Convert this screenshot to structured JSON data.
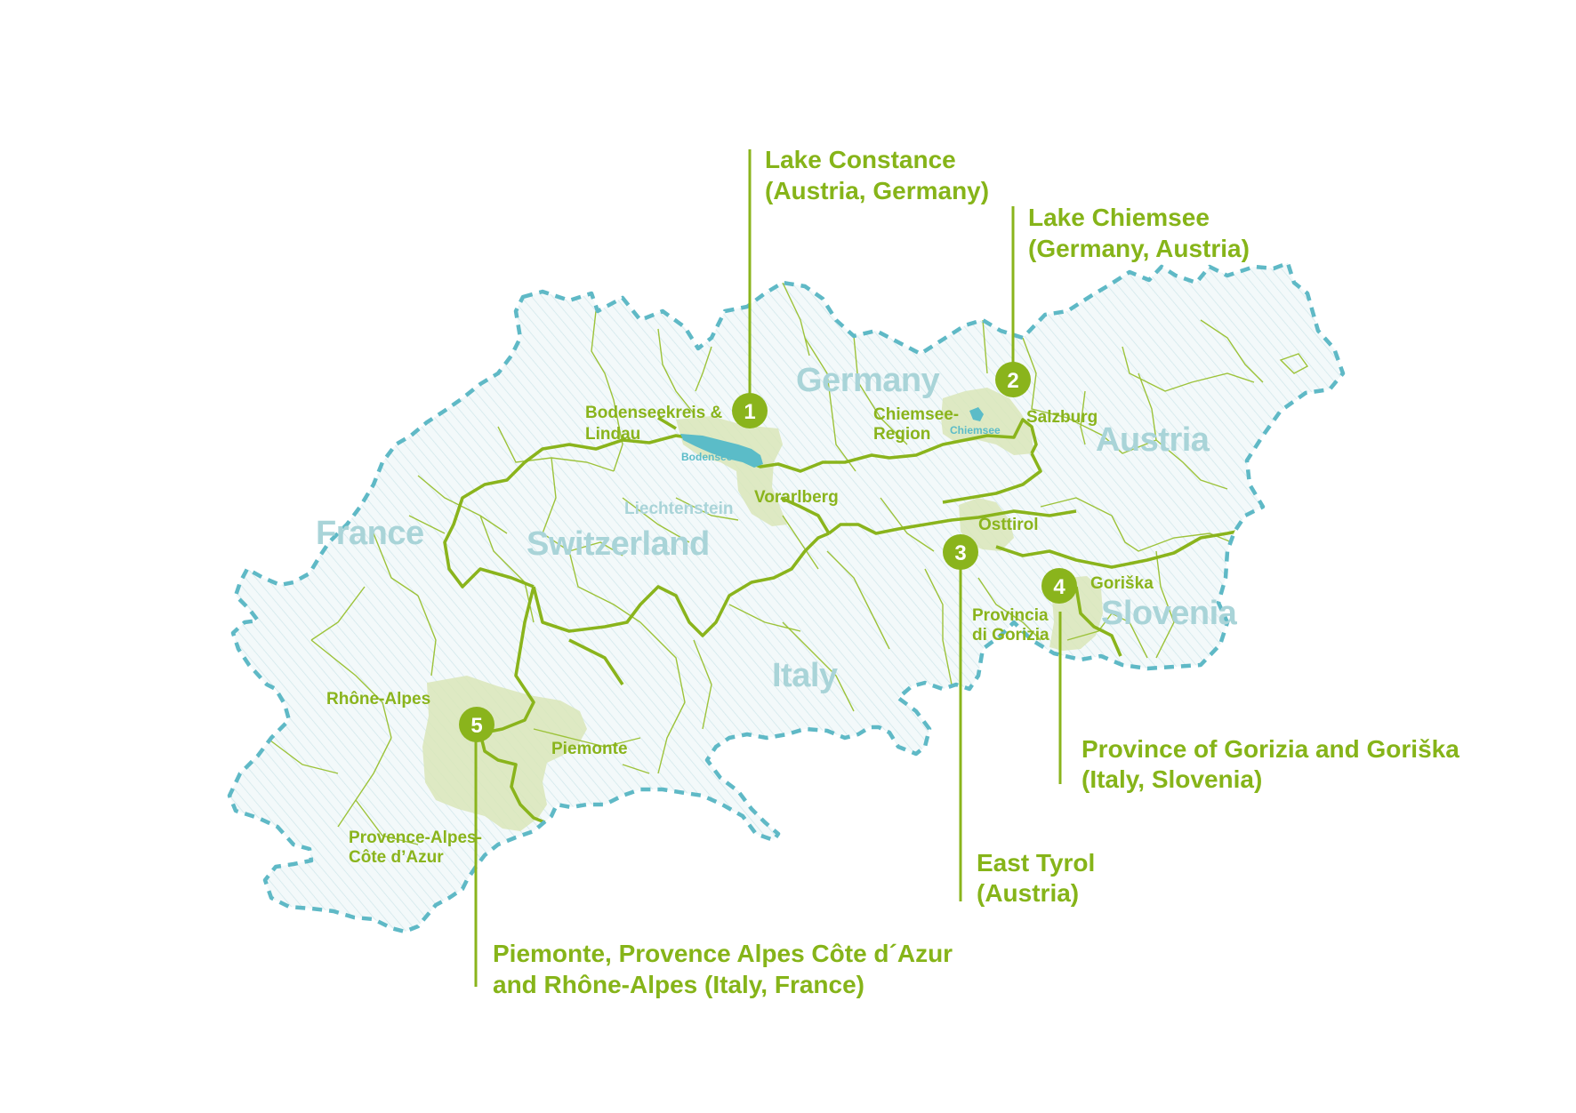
{
  "countries": {
    "france": "France",
    "switzerland": "Switzerland",
    "germany": "Germany",
    "austria": "Austria",
    "italy": "Italy",
    "slovenia": "Slovenia",
    "liechtenstein": "Liechtenstein"
  },
  "regions": {
    "bodenseekreis_1": "Bodenseekreis &",
    "bodenseekreis_2": "Lindau",
    "vorarlberg": "Vorarlberg",
    "chiemsee_region_1": "Chiemsee-",
    "chiemsee_region_2": "Region",
    "salzburg": "Salzburg",
    "osttirol": "Osttirol",
    "goriska": "Goriška",
    "gorizia_1": "Provincia",
    "gorizia_2": "di Gorizia",
    "rhone_alpes": "Rhône-Alpes",
    "piemonte": "Piemonte",
    "paca_1": "Provence-Alpes-",
    "paca_2": "Côte d’Azur"
  },
  "lakes": {
    "bodensee": "Bodensee",
    "chiemsee": "Chiemsee"
  },
  "markers": [
    "1",
    "2",
    "3",
    "4",
    "5"
  ],
  "callouts": {
    "c1_line1": "Lake Constance",
    "c1_line2": "(Austria, Germany)",
    "c2_line1": "Lake Chiemsee",
    "c2_line2": "(Germany, Austria)",
    "c3_line1": "East Tyrol",
    "c3_line2": "(Austria)",
    "c4_line1": "Province of Gorizia and Goriška",
    "c4_line2": "(Italy, Slovenia)",
    "c5_line1": "Piemonte, Provence Alpes Côte d´Azur",
    "c5_line2": "and Rhône-Alpes (Italy, France)"
  },
  "colors": {
    "outline": "#5fb9c6",
    "land_fill": "#eef6f7",
    "green_border": "#8ab41c",
    "marker": "#8ab41c",
    "highlight": "#d9e6b8",
    "lake": "#5bbcc8",
    "country_label": "#a9d4d8"
  }
}
